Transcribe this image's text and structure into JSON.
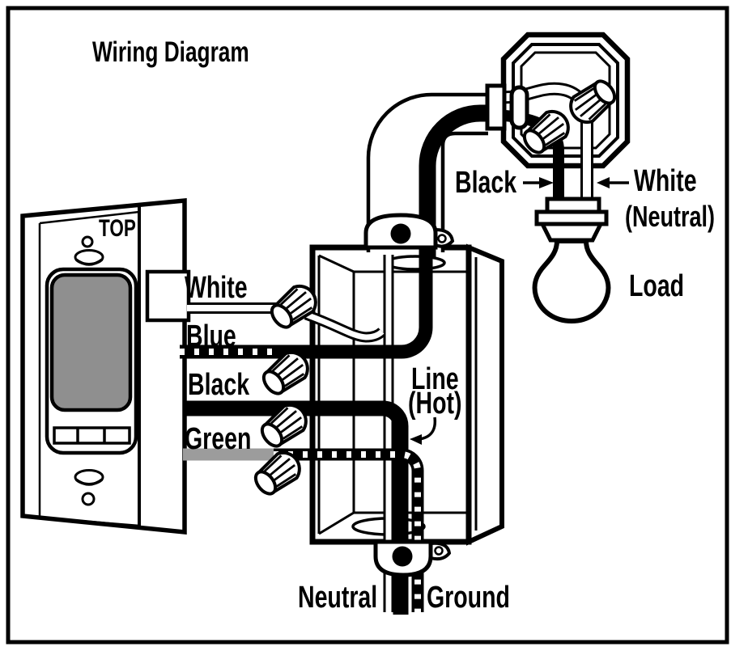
{
  "title": "Wiring Diagram",
  "colors": {
    "ink": "#000000",
    "paper": "#ffffff",
    "rocker_gray": "#8f8f8f",
    "green_wire_gray": "#9c9c9c"
  },
  "timer_switch": {
    "orientation_label": "TOP"
  },
  "switch_wires": {
    "white": "White",
    "blue": "Blue",
    "black": "Black",
    "green": "Green"
  },
  "wall_box": {
    "line_label": "Line",
    "hot_label": "(Hot)"
  },
  "fixture": {
    "black_wire_label": "Black",
    "white_wire_label": "White",
    "neutral_qualifier": "(Neutral)",
    "load_label": "Load"
  },
  "supply": {
    "neutral_label": "Neutral",
    "ground_label": "Ground"
  }
}
